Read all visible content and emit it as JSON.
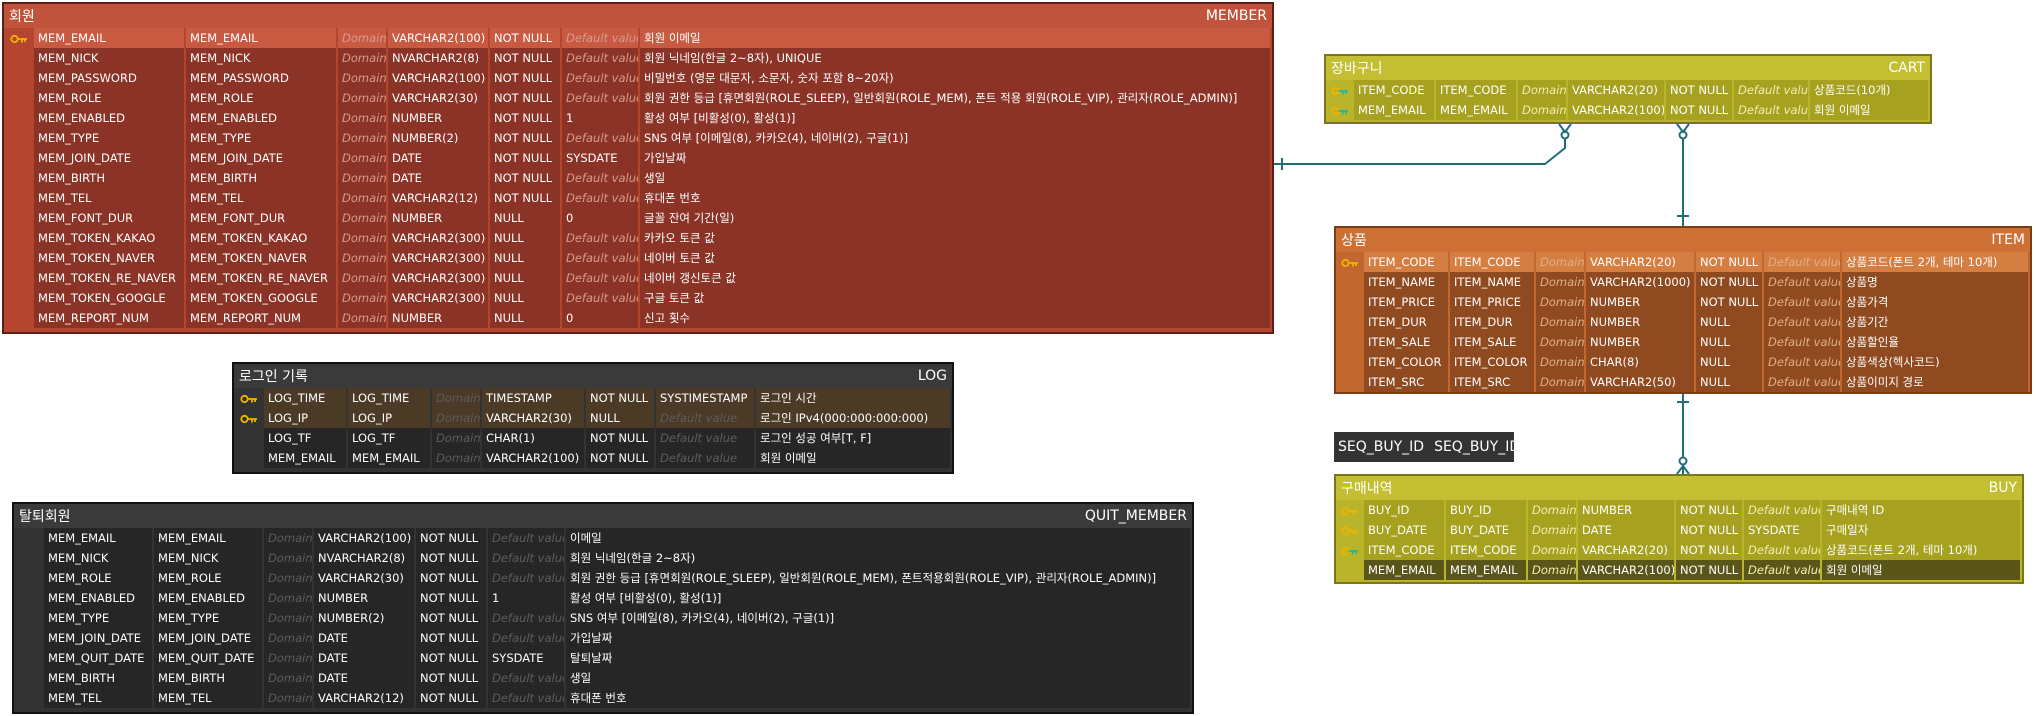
{
  "colors": {
    "member": "#b5452f",
    "cart": "#b9b42a",
    "item": "#c2672f",
    "buy": "#b9b42a",
    "log": "#333333",
    "quit": "#333333",
    "relation_line": "#1f6e7a",
    "pk_key": "#f0b400",
    "fk_key": "#1fb8a0"
  },
  "tables": {
    "member": {
      "logical_name": "회원",
      "physical_name": "MEMBER",
      "columns": [
        {
          "key": "pk",
          "logical": "MEM_EMAIL",
          "physical": "MEM_EMAIL",
          "domain": "Domain",
          "type": "VARCHAR2(100)",
          "null": "NOT NULL",
          "default": "Default value",
          "default_is_placeholder": true,
          "comment": "회원 이메일"
        },
        {
          "key": "",
          "logical": "MEM_NICK",
          "physical": "MEM_NICK",
          "domain": "Domain",
          "type": "NVARCHAR2(8)",
          "null": "NOT NULL",
          "default": "Default value",
          "default_is_placeholder": true,
          "comment": "회원 닉네임(한글 2~8자), UNIQUE"
        },
        {
          "key": "",
          "logical": "MEM_PASSWORD",
          "physical": "MEM_PASSWORD",
          "domain": "Domain",
          "type": "VARCHAR2(100)",
          "null": "NOT NULL",
          "default": "Default value",
          "default_is_placeholder": true,
          "comment": "비밀번호 (영문 대문자, 소문자, 숫자 포함 8~20자)"
        },
        {
          "key": "",
          "logical": "MEM_ROLE",
          "physical": "MEM_ROLE",
          "domain": "Domain",
          "type": "VARCHAR2(30)",
          "null": "NOT NULL",
          "default": "Default value",
          "default_is_placeholder": true,
          "comment": "회원 권한 등급 [휴면회원(ROLE_SLEEP), 일반회원(ROLE_MEM), 폰트 적용 회원(ROLE_VIP), 관리자(ROLE_ADMIN)]"
        },
        {
          "key": "",
          "logical": "MEM_ENABLED",
          "physical": "MEM_ENABLED",
          "domain": "Domain",
          "type": "NUMBER",
          "null": "NOT NULL",
          "default": "1",
          "default_is_placeholder": false,
          "comment": "활성 여부 [비활성(0), 활성(1)]"
        },
        {
          "key": "",
          "logical": "MEM_TYPE",
          "physical": "MEM_TYPE",
          "domain": "Domain",
          "type": "NUMBER(2)",
          "null": "NOT NULL",
          "default": "Default value",
          "default_is_placeholder": true,
          "comment": "SNS 여부 [이메일(8), 카카오(4), 네이버(2), 구글(1)]"
        },
        {
          "key": "",
          "logical": "MEM_JOIN_DATE",
          "physical": "MEM_JOIN_DATE",
          "domain": "Domain",
          "type": "DATE",
          "null": "NOT NULL",
          "default": "SYSDATE",
          "default_is_placeholder": false,
          "comment": "가입날짜"
        },
        {
          "key": "",
          "logical": "MEM_BIRTH",
          "physical": "MEM_BIRTH",
          "domain": "Domain",
          "type": "DATE",
          "null": "NOT NULL",
          "default": "Default value",
          "default_is_placeholder": true,
          "comment": "생일"
        },
        {
          "key": "",
          "logical": "MEM_TEL",
          "physical": "MEM_TEL",
          "domain": "Domain",
          "type": "VARCHAR2(12)",
          "null": "NOT NULL",
          "default": "Default value",
          "default_is_placeholder": true,
          "comment": "휴대폰 번호"
        },
        {
          "key": "",
          "logical": "MEM_FONT_DUR",
          "physical": "MEM_FONT_DUR",
          "domain": "Domain",
          "type": "NUMBER",
          "null": "NULL",
          "default": "0",
          "default_is_placeholder": false,
          "comment": "글꼴 잔여 기간(일)"
        },
        {
          "key": "",
          "logical": "MEM_TOKEN_KAKAO",
          "physical": "MEM_TOKEN_KAKAO",
          "domain": "Domain",
          "type": "VARCHAR2(300)",
          "null": "NULL",
          "default": "Default value",
          "default_is_placeholder": true,
          "comment": "카카오 토큰 값"
        },
        {
          "key": "",
          "logical": "MEM_TOKEN_NAVER",
          "physical": "MEM_TOKEN_NAVER",
          "domain": "Domain",
          "type": "VARCHAR2(300)",
          "null": "NULL",
          "default": "Default value",
          "default_is_placeholder": true,
          "comment": "네이버 토큰 값"
        },
        {
          "key": "",
          "logical": "MEM_TOKEN_RE_NAVER",
          "physical": "MEM_TOKEN_RE_NAVER",
          "domain": "Domain",
          "type": "VARCHAR2(300)",
          "null": "NULL",
          "default": "Default value",
          "default_is_placeholder": true,
          "comment": "네이버 갱신토큰 값"
        },
        {
          "key": "",
          "logical": "MEM_TOKEN_GOOGLE",
          "physical": "MEM_TOKEN_GOOGLE",
          "domain": "Domain",
          "type": "VARCHAR2(300)",
          "null": "NULL",
          "default": "Default value",
          "default_is_placeholder": true,
          "comment": "구글 토큰 값"
        },
        {
          "key": "",
          "logical": "MEM_REPORT_NUM",
          "physical": "MEM_REPORT_NUM",
          "domain": "Domain",
          "type": "NUMBER",
          "null": "NULL",
          "default": "0",
          "default_is_placeholder": false,
          "comment": "신고 횟수"
        }
      ]
    },
    "cart": {
      "logical_name": "장바구니",
      "physical_name": "CART",
      "columns": [
        {
          "key": "pfk",
          "logical": "ITEM_CODE",
          "physical": "ITEM_CODE",
          "domain": "Domain",
          "type": "VARCHAR2(20)",
          "null": "NOT NULL",
          "default": "Default value",
          "default_is_placeholder": true,
          "comment": "상품코드(10개)"
        },
        {
          "key": "pfk",
          "logical": "MEM_EMAIL",
          "physical": "MEM_EMAIL",
          "domain": "Domain",
          "type": "VARCHAR2(100)",
          "null": "NOT NULL",
          "default": "Default value",
          "default_is_placeholder": true,
          "comment": "회원 이메일"
        }
      ]
    },
    "item": {
      "logical_name": "상품",
      "physical_name": "ITEM",
      "columns": [
        {
          "key": "pk",
          "logical": "ITEM_CODE",
          "physical": "ITEM_CODE",
          "domain": "Domain",
          "type": "VARCHAR2(20)",
          "null": "NOT NULL",
          "default": "Default value",
          "default_is_placeholder": true,
          "comment": "상품코드(폰트 2개, 테마 10개)"
        },
        {
          "key": "",
          "logical": "ITEM_NAME",
          "physical": "ITEM_NAME",
          "domain": "Domain",
          "type": "VARCHAR2(1000)",
          "null": "NOT NULL",
          "default": "Default value",
          "default_is_placeholder": true,
          "comment": "상품명"
        },
        {
          "key": "",
          "logical": "ITEM_PRICE",
          "physical": "ITEM_PRICE",
          "domain": "Domain",
          "type": "NUMBER",
          "null": "NOT NULL",
          "default": "Default value",
          "default_is_placeholder": true,
          "comment": "상품가격"
        },
        {
          "key": "",
          "logical": "ITEM_DUR",
          "physical": "ITEM_DUR",
          "domain": "Domain",
          "type": "NUMBER",
          "null": "NULL",
          "default": "Default value",
          "default_is_placeholder": true,
          "comment": "상품기간"
        },
        {
          "key": "",
          "logical": "ITEM_SALE",
          "physical": "ITEM_SALE",
          "domain": "Domain",
          "type": "NUMBER",
          "null": "NULL",
          "default": "Default value",
          "default_is_placeholder": true,
          "comment": "상품할인율"
        },
        {
          "key": "",
          "logical": "ITEM_COLOR",
          "physical": "ITEM_COLOR",
          "domain": "Domain",
          "type": "CHAR(8)",
          "null": "NULL",
          "default": "Default value",
          "default_is_placeholder": true,
          "comment": "상품색상(헥사코드)"
        },
        {
          "key": "",
          "logical": "ITEM_SRC",
          "physical": "ITEM_SRC",
          "domain": "Domain",
          "type": "VARCHAR2(50)",
          "null": "NULL",
          "default": "Default value",
          "default_is_placeholder": true,
          "comment": "상품이미지 경로"
        }
      ]
    },
    "buy": {
      "logical_name": "구매내역",
      "physical_name": "BUY",
      "columns": [
        {
          "key": "pk",
          "logical": "BUY_ID",
          "physical": "BUY_ID",
          "domain": "Domain",
          "type": "NUMBER",
          "null": "NOT NULL",
          "default": "Default value",
          "default_is_placeholder": true,
          "comment": "구매내역 ID"
        },
        {
          "key": "pk",
          "logical": "BUY_DATE",
          "physical": "BUY_DATE",
          "domain": "Domain",
          "type": "DATE",
          "null": "NOT NULL",
          "default": "SYSDATE",
          "default_is_placeholder": false,
          "comment": "구매일자"
        },
        {
          "key": "pfk",
          "logical": "ITEM_CODE",
          "physical": "ITEM_CODE",
          "domain": "Domain",
          "type": "VARCHAR2(20)",
          "null": "NOT NULL",
          "default": "Default value",
          "default_is_placeholder": true,
          "comment": "상품코드(폰트 2개, 테마 10개)"
        },
        {
          "key": "",
          "logical": "MEM_EMAIL",
          "physical": "MEM_EMAIL",
          "domain": "Domain",
          "type": "VARCHAR2(100)",
          "null": "NOT NULL",
          "default": "Default value",
          "default_is_placeholder": true,
          "comment": "회원 이메일"
        }
      ]
    },
    "log": {
      "logical_name": "로그인 기록",
      "physical_name": "LOG",
      "columns": [
        {
          "key": "pk",
          "logical": "LOG_TIME",
          "physical": "LOG_TIME",
          "domain": "Domain",
          "type": "TIMESTAMP",
          "null": "NOT NULL",
          "default": "SYSTIMESTAMP",
          "default_is_placeholder": false,
          "comment": "로그인 시간"
        },
        {
          "key": "pk",
          "logical": "LOG_IP",
          "physical": "LOG_IP",
          "domain": "Domain",
          "type": "VARCHAR2(30)",
          "null": "NULL",
          "default": "Default value",
          "default_is_placeholder": true,
          "comment": "로그인 IPv4(000:000:000:000)"
        },
        {
          "key": "",
          "logical": "LOG_TF",
          "physical": "LOG_TF",
          "domain": "Domain",
          "type": "CHAR(1)",
          "null": "NOT NULL",
          "default": "Default value",
          "default_is_placeholder": true,
          "comment": "로그인 성공 여부[T, F]"
        },
        {
          "key": "",
          "logical": "MEM_EMAIL",
          "physical": "MEM_EMAIL",
          "domain": "Domain",
          "type": "VARCHAR2(100)",
          "null": "NOT NULL",
          "default": "Default value",
          "default_is_placeholder": true,
          "comment": "회원 이메일"
        }
      ]
    },
    "quit": {
      "logical_name": "탈퇴회원",
      "physical_name": "QUIT_MEMBER",
      "columns": [
        {
          "key": "",
          "logical": "MEM_EMAIL",
          "physical": "MEM_EMAIL",
          "domain": "Domain",
          "type": "VARCHAR2(100)",
          "null": "NOT NULL",
          "default": "Default value",
          "default_is_placeholder": true,
          "comment": "이메일"
        },
        {
          "key": "",
          "logical": "MEM_NICK",
          "physical": "MEM_NICK",
          "domain": "Domain",
          "type": "NVARCHAR2(8)",
          "null": "NOT NULL",
          "default": "Default value",
          "default_is_placeholder": true,
          "comment": "회원 닉네임(한글 2~8자)"
        },
        {
          "key": "",
          "logical": "MEM_ROLE",
          "physical": "MEM_ROLE",
          "domain": "Domain",
          "type": "VARCHAR2(30)",
          "null": "NOT NULL",
          "default": "Default value",
          "default_is_placeholder": true,
          "comment": "회원 권한 등급 [휴면회원(ROLE_SLEEP), 일반회원(ROLE_MEM), 폰트적용회원(ROLE_VIP), 관리자(ROLE_ADMIN)]"
        },
        {
          "key": "",
          "logical": "MEM_ENABLED",
          "physical": "MEM_ENABLED",
          "domain": "Domain",
          "type": "NUMBER",
          "null": "NOT NULL",
          "default": "1",
          "default_is_placeholder": false,
          "comment": "활성 여부 [비활성(0), 활성(1)]"
        },
        {
          "key": "",
          "logical": "MEM_TYPE",
          "physical": "MEM_TYPE",
          "domain": "Domain",
          "type": "NUMBER(2)",
          "null": "NOT NULL",
          "default": "Default value",
          "default_is_placeholder": true,
          "comment": "SNS 여부 [이메일(8), 카카오(4), 네이버(2), 구글(1)]"
        },
        {
          "key": "",
          "logical": "MEM_JOIN_DATE",
          "physical": "MEM_JOIN_DATE",
          "domain": "Domain",
          "type": "DATE",
          "null": "NOT NULL",
          "default": "Default value",
          "default_is_placeholder": true,
          "comment": "가입날짜"
        },
        {
          "key": "",
          "logical": "MEM_QUIT_DATE",
          "physical": "MEM_QUIT_DATE",
          "domain": "Domain",
          "type": "DATE",
          "null": "NOT NULL",
          "default": "SYSDATE",
          "default_is_placeholder": false,
          "comment": "탈퇴날짜"
        },
        {
          "key": "",
          "logical": "MEM_BIRTH",
          "physical": "MEM_BIRTH",
          "domain": "Domain",
          "type": "DATE",
          "null": "NOT NULL",
          "default": "Default value",
          "default_is_placeholder": true,
          "comment": "생일"
        },
        {
          "key": "",
          "logical": "MEM_TEL",
          "physical": "MEM_TEL",
          "domain": "Domain",
          "type": "VARCHAR2(12)",
          "null": "NOT NULL",
          "default": "Default value",
          "default_is_placeholder": true,
          "comment": "휴대폰 번호"
        }
      ]
    }
  },
  "sequence": {
    "logical_name": "SEQ_BUY_ID",
    "physical_name": "SEQ_BUY_ID"
  }
}
